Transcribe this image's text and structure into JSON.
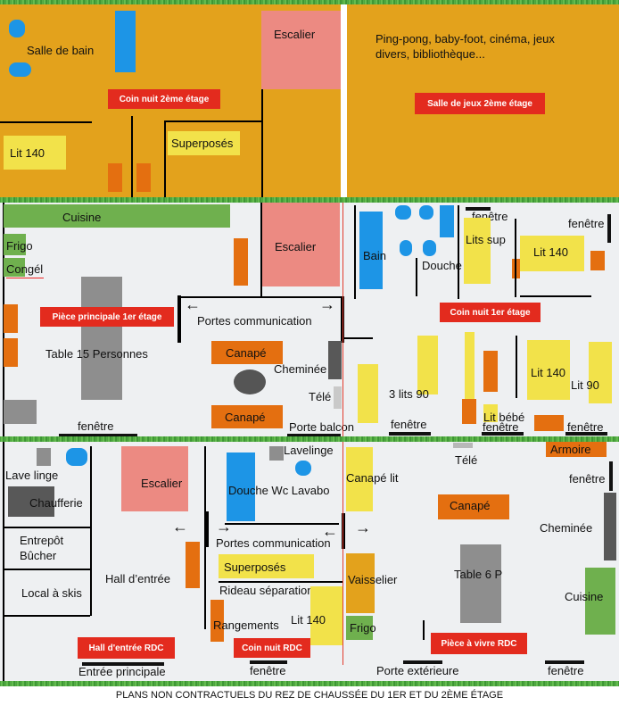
{
  "footer": {
    "title": "PLANS NON CONTRACTUELS DU REZ DE CHAUSSÉE DU 1ER ET DU 2ÈME ÉTAGE"
  },
  "colors": {
    "floor_2": "#e3a21c",
    "floor_other": "#eef0f2",
    "room_badge": "#e32b1e",
    "grass": "#4caf3a"
  },
  "floor2": {
    "badges": {
      "coin_nuit": "Coin nuit 2ème étage",
      "salle_jeux": "Salle de jeux 2ème étage"
    },
    "labels": {
      "salle_de_bain": "Salle de bain",
      "escalier": "Escalier",
      "jeux": "Ping-pong, baby-foot, cinéma, jeux divers, bibliothèque...",
      "lit_140": "Lit 140",
      "superposes": "Superposés"
    }
  },
  "floor1": {
    "badges": {
      "piece_principale": "Pièce principale 1er étage",
      "coin_nuit": "Coin nuit 1er étage"
    },
    "labels": {
      "cuisine": "Cuisine",
      "frigo": "Frigo",
      "congel": "Congél",
      "escalier": "Escalier",
      "table": "Table 15 Personnes",
      "portes_communication": "Portes communication",
      "canape_1": "Canapé",
      "canape_2": "Canapé",
      "cheminee": "Cheminée",
      "tele": "Télé",
      "porte_balcon": "Porte balcon",
      "fenetre_left": "fenêtre",
      "bain": "Bain",
      "douche": "Douche",
      "fenetre_top": "fenêtre",
      "lits_sup": "Lits sup",
      "lit_140": "Lit 140",
      "fenetre_right": "fenêtre",
      "lits_90": "3 lits 90",
      "lit_140_b": "Lit 140",
      "lit_90": "Lit 90",
      "lit_bebe": "Lit bébé",
      "fenetre_b1": "fenêtre",
      "fenetre_b2": "fenêtre",
      "fenetre_b3": "fenêtre"
    }
  },
  "floor0": {
    "badges": {
      "hall": "Hall d'entrée RDC",
      "coin_nuit": "Coin nuit RDC",
      "piece_vivre": "Pièce à vivre RDC"
    },
    "labels": {
      "lave_linge": "Lave linge",
      "chaufferie": "Chaufferie",
      "entrepot": "Entrepôt Bûcher",
      "local_skis": "Local à skis",
      "escalier": "Escalier",
      "hall_entree": "Hall d’entrée",
      "entree_principale": "Entrée principale",
      "lavelinge": "Lavelinge",
      "douche_wc": "Douche Wc Lavabo",
      "portes_communication": "Portes communication",
      "superposes": "Superposés",
      "rideau": "Rideau séparation",
      "rangements": "Rangements",
      "lit_140": "Lit 140",
      "fenetre_mid": "fenêtre",
      "canape_lit": "Canapé lit",
      "vaisselier": "Vaisselier",
      "frigo": "Frigo",
      "porte_exterieure": "Porte extérieure",
      "tele": "Télé",
      "canape": "Canapé",
      "table": "Table 6 P",
      "armoire": "Armoire",
      "fenetre_right": "fenêtre",
      "cheminee": "Cheminée",
      "cuisine": "Cuisine",
      "fenetre_bottom": "fenêtre"
    }
  }
}
